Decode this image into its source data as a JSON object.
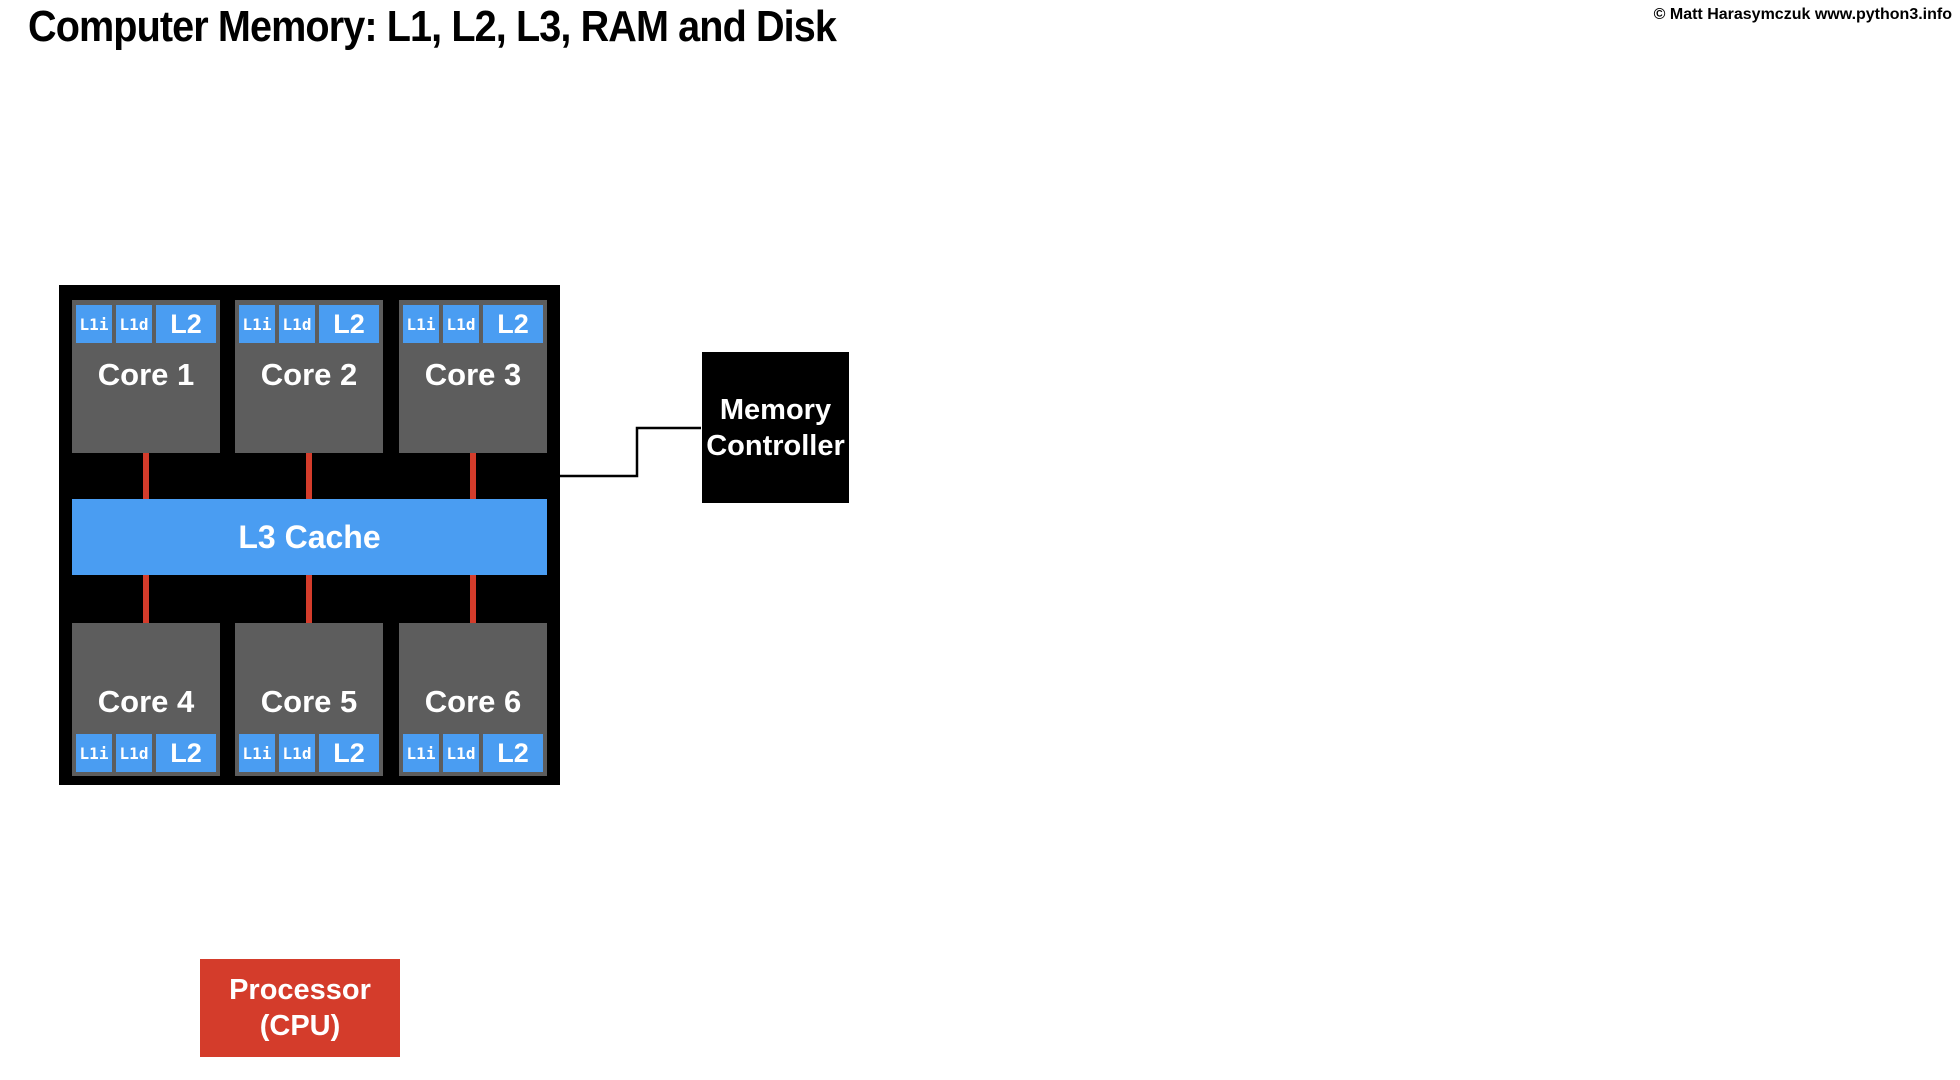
{
  "header": {
    "title": "Computer Memory: L1, L2, L3, RAM and Disk",
    "copyright": "© Matt Harasymczuk www.python3.info"
  },
  "cpu": {
    "cores": [
      {
        "name": "Core 1",
        "caches": [
          "L1i",
          "L1d",
          "L2"
        ]
      },
      {
        "name": "Core 2",
        "caches": [
          "L1i",
          "L1d",
          "L2"
        ]
      },
      {
        "name": "Core 3",
        "caches": [
          "L1i",
          "L1d",
          "L2"
        ]
      },
      {
        "name": "Core 4",
        "caches": [
          "L1i",
          "L1d",
          "L2"
        ]
      },
      {
        "name": "Core 5",
        "caches": [
          "L1i",
          "L1d",
          "L2"
        ]
      },
      {
        "name": "Core 6",
        "caches": [
          "L1i",
          "L1d",
          "L2"
        ]
      }
    ],
    "l3_label": "L3 Cache"
  },
  "memory_controller": {
    "label": "Memory\nController"
  },
  "processor": {
    "label": "Processor\n(CPU)"
  },
  "colors": {
    "blue": "#4a9df2",
    "red": "#d43c2b",
    "core_gray": "#5d5d5d",
    "box_black": "#000000"
  }
}
